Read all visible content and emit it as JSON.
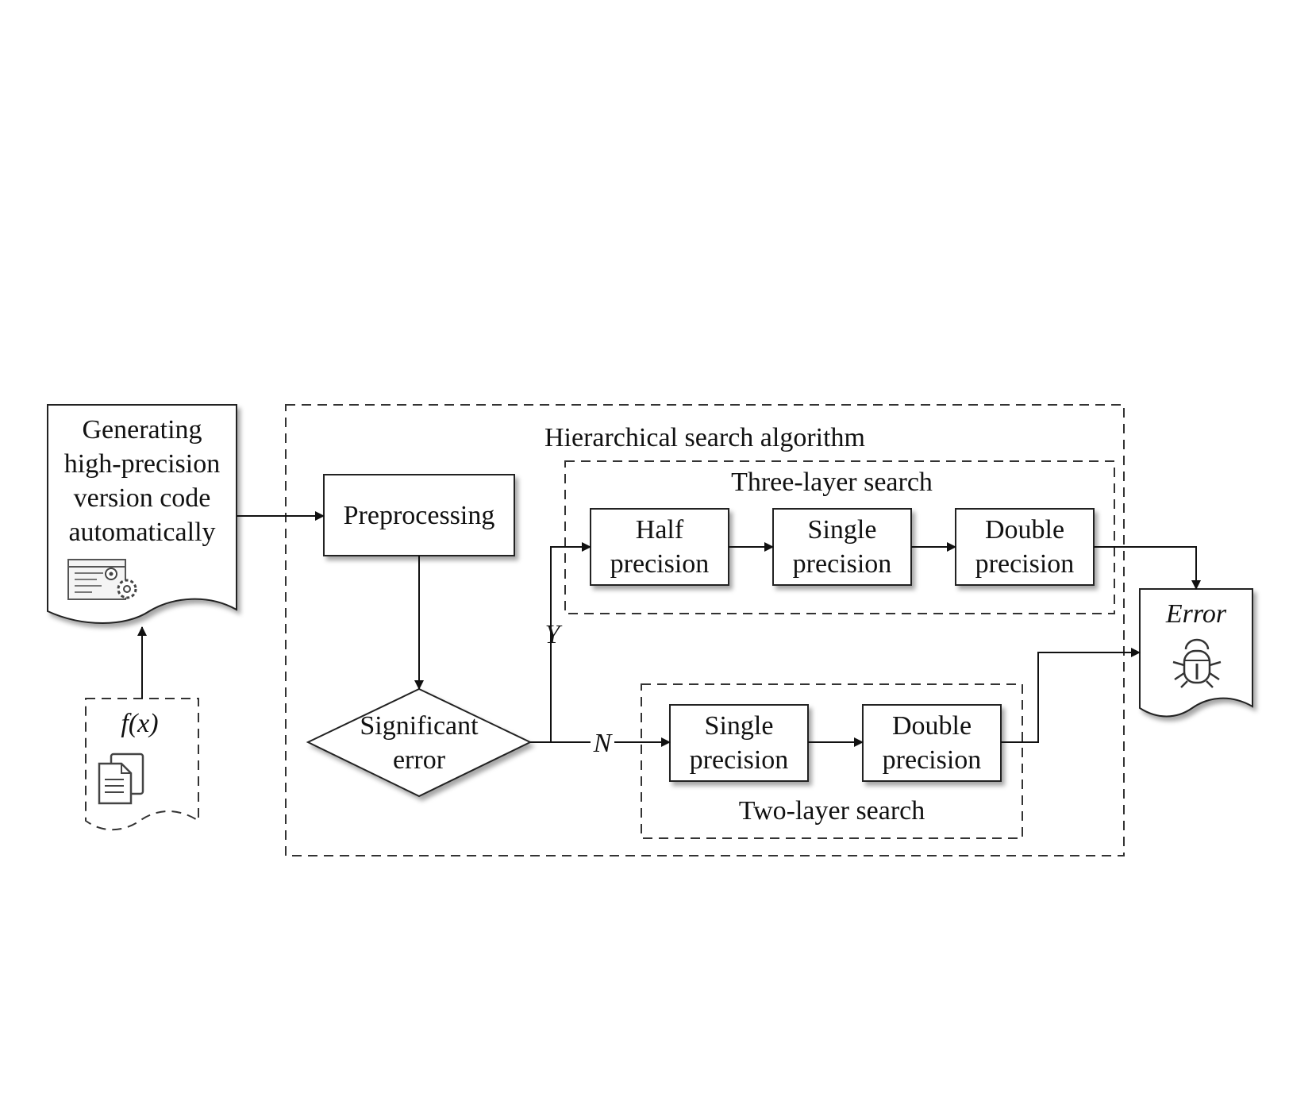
{
  "generator": {
    "lines": [
      "Generating",
      "high-precision",
      "version code",
      "automatically"
    ]
  },
  "input": {
    "label": "f(x)"
  },
  "hierarchical": {
    "title": "Hierarchical search algorithm"
  },
  "preprocessing": {
    "label": "Preprocessing"
  },
  "decision": {
    "lines": [
      "Significant",
      "error"
    ],
    "yes": "Y",
    "no": "N"
  },
  "three_layer": {
    "title": "Three-layer search",
    "half": [
      "Half",
      "precision"
    ],
    "single": [
      "Single",
      "precision"
    ],
    "double": [
      "Double",
      "precision"
    ]
  },
  "two_layer": {
    "title": "Two-layer search",
    "single": [
      "Single",
      "precision"
    ],
    "double": [
      "Double",
      "precision"
    ]
  },
  "error": {
    "label": "Error"
  },
  "icons": {
    "generator": "code-gear-icon",
    "input": "document-stack-icon",
    "error": "bug-icon"
  }
}
